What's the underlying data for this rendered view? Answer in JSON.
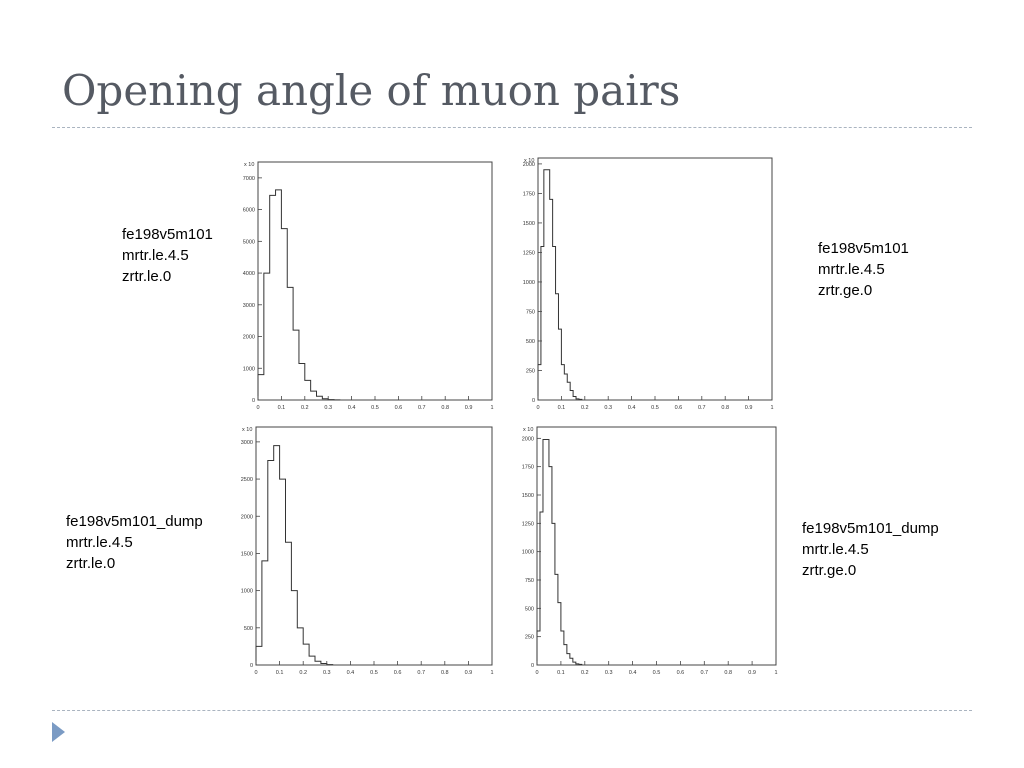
{
  "slide": {
    "title": "Opening angle of muon pairs"
  },
  "labels": [
    {
      "line1": "fe198v5m101",
      "line2": "mrtr.le.4.5",
      "line3": "zrtr.le.0"
    },
    {
      "line1": "fe198v5m101",
      "line2": "mrtr.le.4.5",
      "line3": "zrtr.ge.0"
    },
    {
      "line1": "fe198v5m101_dump",
      "line2": "mrtr.le.4.5",
      "line3": "zrtr.le.0"
    },
    {
      "line1": "fe198v5m101_dump",
      "line2": "mrtr.le.4.5",
      "line3": "zrtr.ge.0"
    }
  ],
  "chart_data": [
    {
      "type": "bar",
      "histogram": true,
      "scale_label": "x 10",
      "xlim": [
        0,
        1
      ],
      "ylim": [
        0,
        7500
      ],
      "xticks": [
        0,
        0.1,
        0.2,
        0.3,
        0.4,
        0.5,
        0.6,
        0.7,
        0.8,
        0.9,
        1
      ],
      "yticks": [
        1000,
        2000,
        3000,
        4000,
        5000,
        6000,
        7000
      ],
      "bin_width": 0.025,
      "values": [
        800,
        4000,
        6450,
        6620,
        5400,
        3550,
        2200,
        1150,
        620,
        280,
        120,
        40,
        10,
        5
      ]
    },
    {
      "type": "bar",
      "histogram": true,
      "scale_label": "x 10",
      "xlim": [
        0,
        1
      ],
      "ylim": [
        0,
        2050
      ],
      "xticks": [
        0,
        0.1,
        0.2,
        0.3,
        0.4,
        0.5,
        0.6,
        0.7,
        0.8,
        0.9,
        1
      ],
      "yticks": [
        250,
        500,
        750,
        1000,
        1250,
        1500,
        1750,
        2000
      ],
      "bin_width": 0.0125,
      "values": [
        300,
        1300,
        1950,
        1950,
        1700,
        1300,
        900,
        600,
        300,
        220,
        150,
        80,
        30,
        10,
        5
      ]
    },
    {
      "type": "bar",
      "histogram": true,
      "scale_label": "x 10",
      "xlim": [
        0,
        1
      ],
      "ylim": [
        0,
        3200
      ],
      "xticks": [
        0,
        0.1,
        0.2,
        0.3,
        0.4,
        0.5,
        0.6,
        0.7,
        0.8,
        0.9,
        1
      ],
      "yticks": [
        500,
        1000,
        1500,
        2000,
        2500,
        3000
      ],
      "bin_width": 0.025,
      "values": [
        250,
        1400,
        2750,
        2950,
        2500,
        1650,
        1000,
        500,
        280,
        120,
        50,
        20,
        5
      ]
    },
    {
      "type": "bar",
      "histogram": true,
      "scale_label": "x 10",
      "xlim": [
        0,
        1
      ],
      "ylim": [
        0,
        2100
      ],
      "xticks": [
        0,
        0.1,
        0.2,
        0.3,
        0.4,
        0.5,
        0.6,
        0.7,
        0.8,
        0.9,
        1
      ],
      "yticks": [
        250,
        500,
        750,
        1000,
        1250,
        1500,
        1750,
        2000
      ],
      "bin_width": 0.0125,
      "values": [
        300,
        1350,
        1990,
        1990,
        1750,
        1250,
        800,
        550,
        300,
        180,
        100,
        60,
        25,
        10,
        5
      ]
    }
  ]
}
